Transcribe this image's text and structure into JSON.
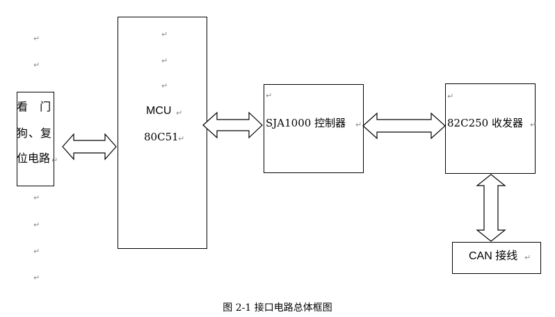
{
  "diagram": {
    "watchdog": {
      "line1": "看 门",
      "line2": "狗、复",
      "line3": "位电路"
    },
    "mcu": {
      "line1": "MCU",
      "line2": "80C51"
    },
    "controller": {
      "label": "SJA1000 控制器"
    },
    "transceiver": {
      "label": "82C250 收发器"
    },
    "can": {
      "label": "CAN 接线"
    },
    "paragraph_mark": "↵"
  },
  "caption": "图 2-1 接口电路总体框图"
}
